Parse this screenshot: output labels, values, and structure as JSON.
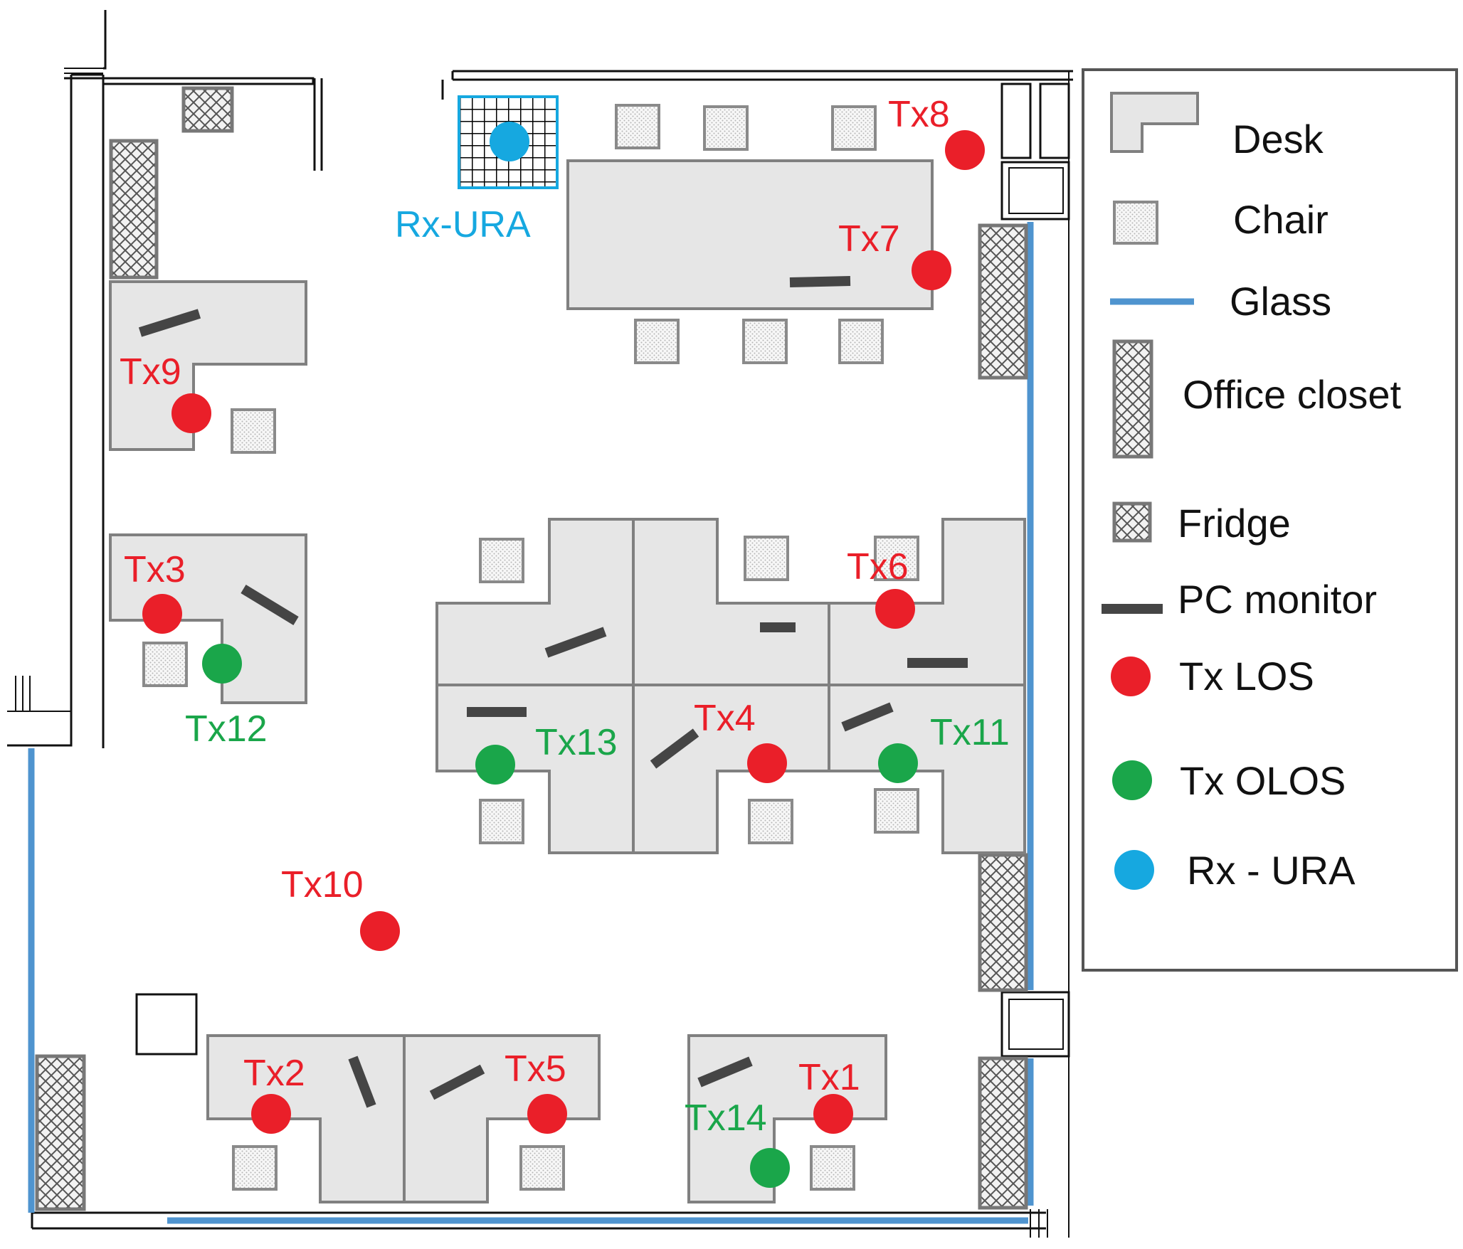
{
  "colors": {
    "tx_los": "#ea1f29",
    "tx_olos": "#1aa64a",
    "rx": "#16a8e0",
    "glass": "#4f94cf",
    "desk_fill": "#e6e6e6",
    "desk_stroke": "#808080",
    "monitor": "#454545"
  },
  "legend": {
    "items": [
      {
        "label": "Desk",
        "icon": "desk-icon"
      },
      {
        "label": "Chair",
        "icon": "chair-icon"
      },
      {
        "label": "Glass",
        "icon": "glass-line-icon"
      },
      {
        "label": "Office closet",
        "icon": "office-closet-icon"
      },
      {
        "label": "Fridge",
        "icon": "fridge-icon"
      },
      {
        "label": "PC monitor",
        "icon": "pc-monitor-icon"
      },
      {
        "label": "Tx LOS",
        "icon": "red-dot-icon"
      },
      {
        "label": "Tx OLOS",
        "icon": "green-dot-icon"
      },
      {
        "label": "Rx - URA",
        "icon": "blue-dot-icon"
      }
    ]
  },
  "receiver": {
    "label": "Rx-URA",
    "type": "Rx"
  },
  "transmitters": [
    {
      "label": "Tx1",
      "type": "LOS"
    },
    {
      "label": "Tx2",
      "type": "LOS"
    },
    {
      "label": "Tx3",
      "type": "LOS"
    },
    {
      "label": "Tx4",
      "type": "LOS"
    },
    {
      "label": "Tx5",
      "type": "LOS"
    },
    {
      "label": "Tx6",
      "type": "LOS"
    },
    {
      "label": "Tx7",
      "type": "LOS"
    },
    {
      "label": "Tx8",
      "type": "LOS"
    },
    {
      "label": "Tx9",
      "type": "LOS"
    },
    {
      "label": "Tx10",
      "type": "LOS"
    },
    {
      "label": "Tx11",
      "type": "OLOS"
    },
    {
      "label": "Tx12",
      "type": "OLOS"
    },
    {
      "label": "Tx13",
      "type": "OLOS"
    },
    {
      "label": "Tx14",
      "type": "OLOS"
    }
  ]
}
